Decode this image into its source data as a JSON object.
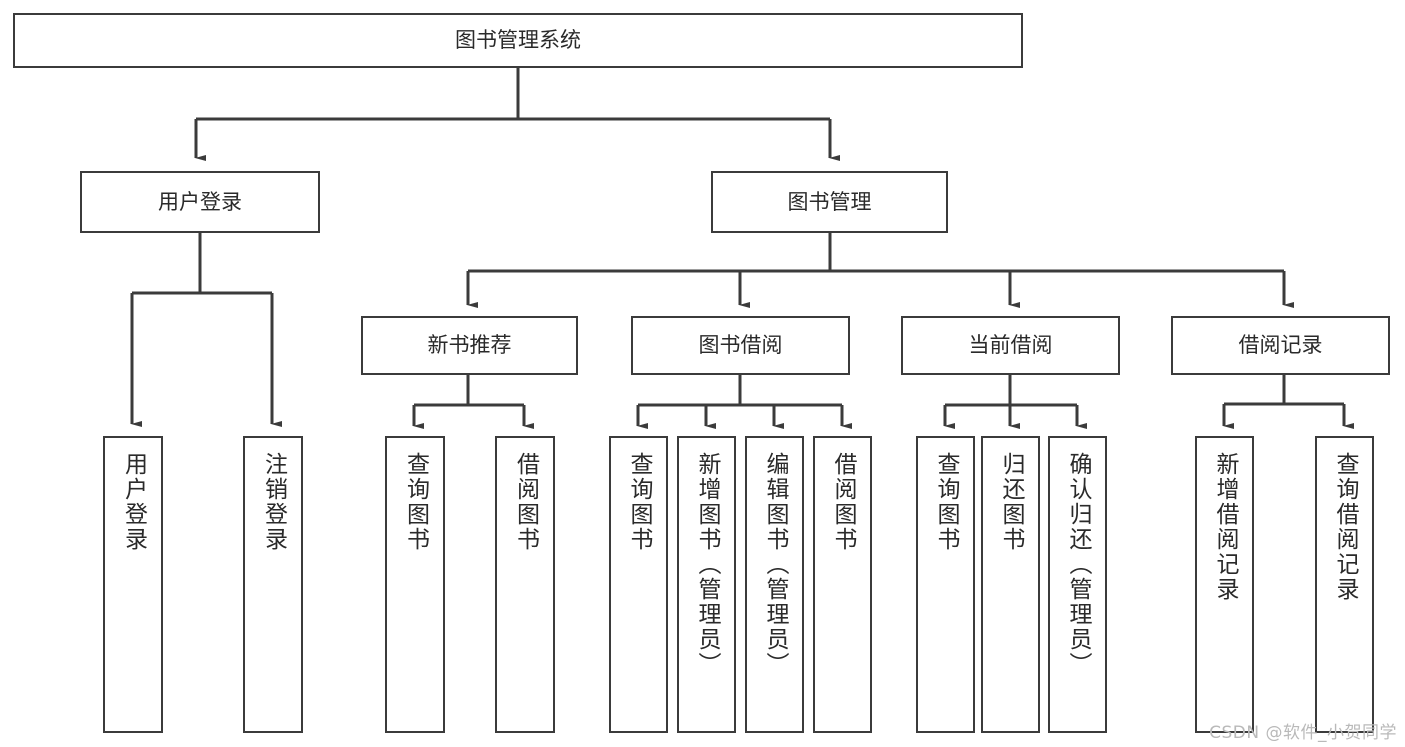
{
  "diagram": {
    "type": "tree-hierarchy-chart",
    "title": "图书管理系统",
    "watermark": "CSDN @软件_小贺同学",
    "colors": {
      "background": "#ffffff",
      "node_fill": "#ffffff",
      "node_border": "#3b3b3b",
      "edge": "#3b3b3b",
      "text": "#2a2a2a",
      "watermark": "#b9b9b9"
    },
    "levels": {
      "root": {
        "label": "图书管理系统"
      },
      "level2": [
        {
          "label": "用户登录"
        },
        {
          "label": "图书管理"
        }
      ],
      "level3": [
        {
          "label": "新书推荐",
          "parent": "图书管理"
        },
        {
          "label": "图书借阅",
          "parent": "图书管理"
        },
        {
          "label": "当前借阅",
          "parent": "图书管理"
        },
        {
          "label": "借阅记录",
          "parent": "图书管理"
        }
      ],
      "leaves": [
        {
          "label": "用户登录",
          "parent": "用户登录"
        },
        {
          "label": "注销登录",
          "parent": "用户登录"
        },
        {
          "label": "查询图书",
          "parent": "新书推荐"
        },
        {
          "label": "借阅图书",
          "parent": "新书推荐"
        },
        {
          "label": "查询图书",
          "parent": "图书借阅"
        },
        {
          "label": "新增图书（管理员）",
          "parent": "图书借阅"
        },
        {
          "label": "编辑图书（管理员）",
          "parent": "图书借阅"
        },
        {
          "label": "借阅图书",
          "parent": "图书借阅"
        },
        {
          "label": "查询图书",
          "parent": "当前借阅"
        },
        {
          "label": "归还图书",
          "parent": "当前借阅"
        },
        {
          "label": "确认归还（管理员）",
          "parent": "当前借阅"
        },
        {
          "label": "新增借阅记录",
          "parent": "借阅记录"
        },
        {
          "label": "查询借阅记录",
          "parent": "借阅记录"
        }
      ]
    }
  }
}
